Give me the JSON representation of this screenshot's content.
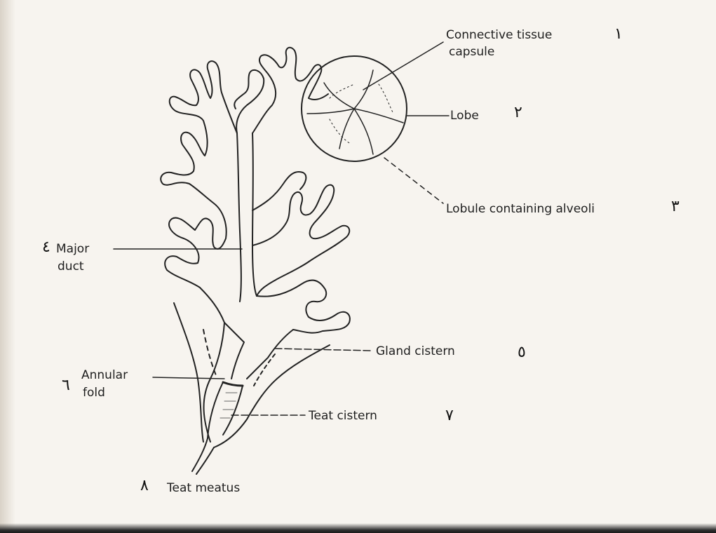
{
  "labels": {
    "connective_tissue": "Connective tissue",
    "capsule": "capsule",
    "lobe": "Lobe",
    "lobule": "Lobule containing alveoli",
    "major": "Major",
    "duct": "duct",
    "gland_cistern": "Gland cistern",
    "annular": "Annular",
    "fold": "fold",
    "teat_cistern": "Teat cistern",
    "teat_meatus": "Teat meatus"
  },
  "numbers": {
    "n1": "١",
    "n2": "٢",
    "n3": "٣",
    "n4": "٤",
    "n5": "٥",
    "n6": "٦",
    "n7": "٧",
    "n8": "٨"
  },
  "colors": {
    "ink": "#1e1e1e",
    "paper": "#f7f4ef"
  }
}
